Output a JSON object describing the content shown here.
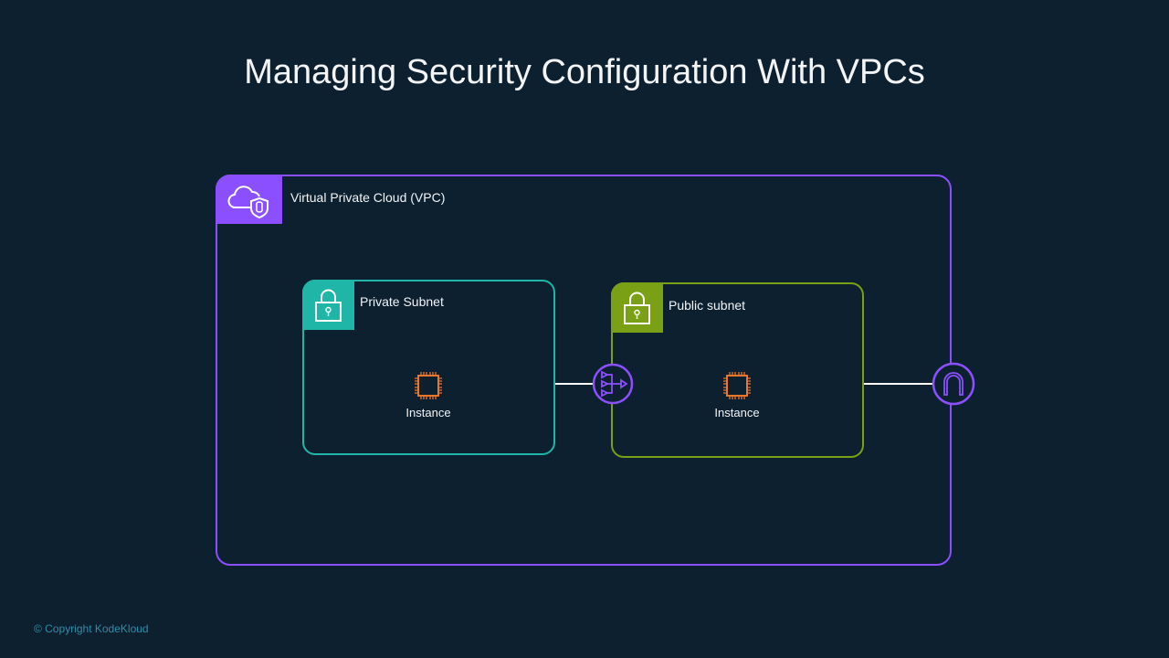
{
  "title": "Managing Security Configuration With VPCs",
  "vpc": {
    "label": "Virtual Private Cloud (VPC)",
    "color": "#8c4fff",
    "icon": "cloud-shield-icon"
  },
  "private_subnet": {
    "label": "Private Subnet",
    "color": "#1fb6a7",
    "icon": "lock-icon",
    "instance_label": "Instance"
  },
  "public_subnet": {
    "label": "Public subnet",
    "color": "#7aa116",
    "icon": "lock-icon",
    "instance_label": "Instance"
  },
  "nat_gateway": {
    "icon": "nat-gateway-icon",
    "color": "#8c4fff"
  },
  "internet_gateway": {
    "icon": "internet-gateway-icon",
    "color": "#8c4fff"
  },
  "instance_color": "#e8762b",
  "footer": "© Copyright KodeKloud"
}
